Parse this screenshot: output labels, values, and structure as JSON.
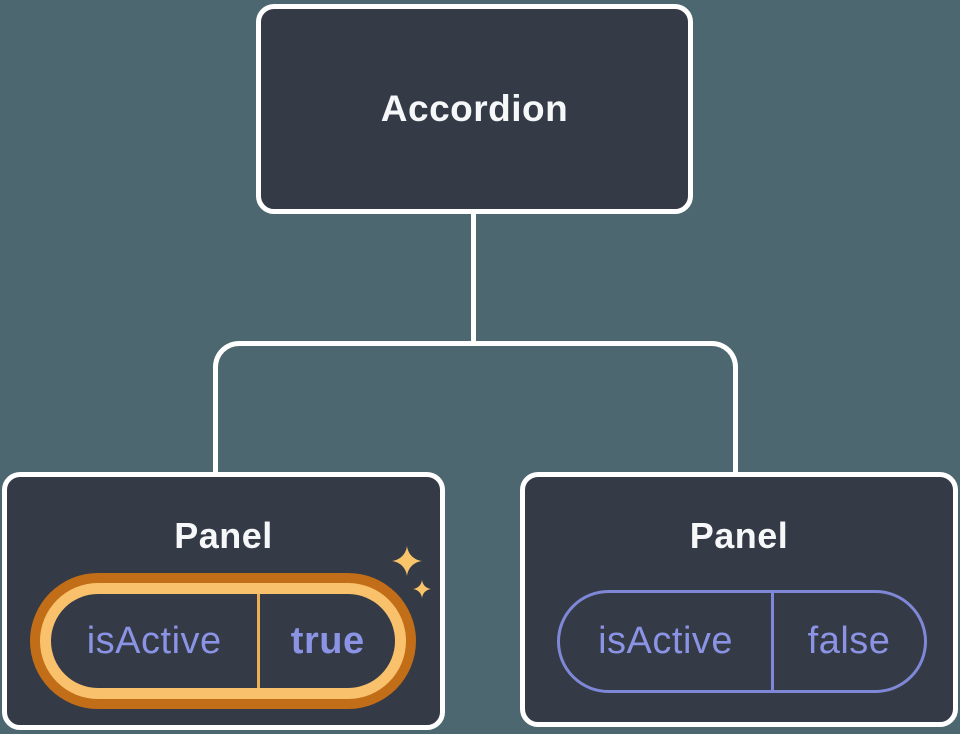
{
  "diagram": {
    "type": "component-tree",
    "root": {
      "label": "Accordion"
    },
    "children": [
      {
        "label": "Panel",
        "prop_name": "isActive",
        "prop_value": "true",
        "highlighted": true,
        "decoration": "sparkles"
      },
      {
        "label": "Panel",
        "prop_name": "isActive",
        "prop_value": "false",
        "highlighted": false,
        "decoration": "none"
      }
    ]
  },
  "colors": {
    "background": "#4c6770",
    "connector": "#ffffff",
    "node_bg": "#343a46",
    "node_border": "#ffffff",
    "title_text": "#f6f7f9",
    "prop_text": "#8b93e4",
    "prop_stroke": "#7e88d6",
    "highlight_ring_outer": "#c26d17",
    "highlight_ring_inner": "#f9c16b",
    "highlight_divider": "#ecae55",
    "sparkle": "#f9c46a"
  }
}
